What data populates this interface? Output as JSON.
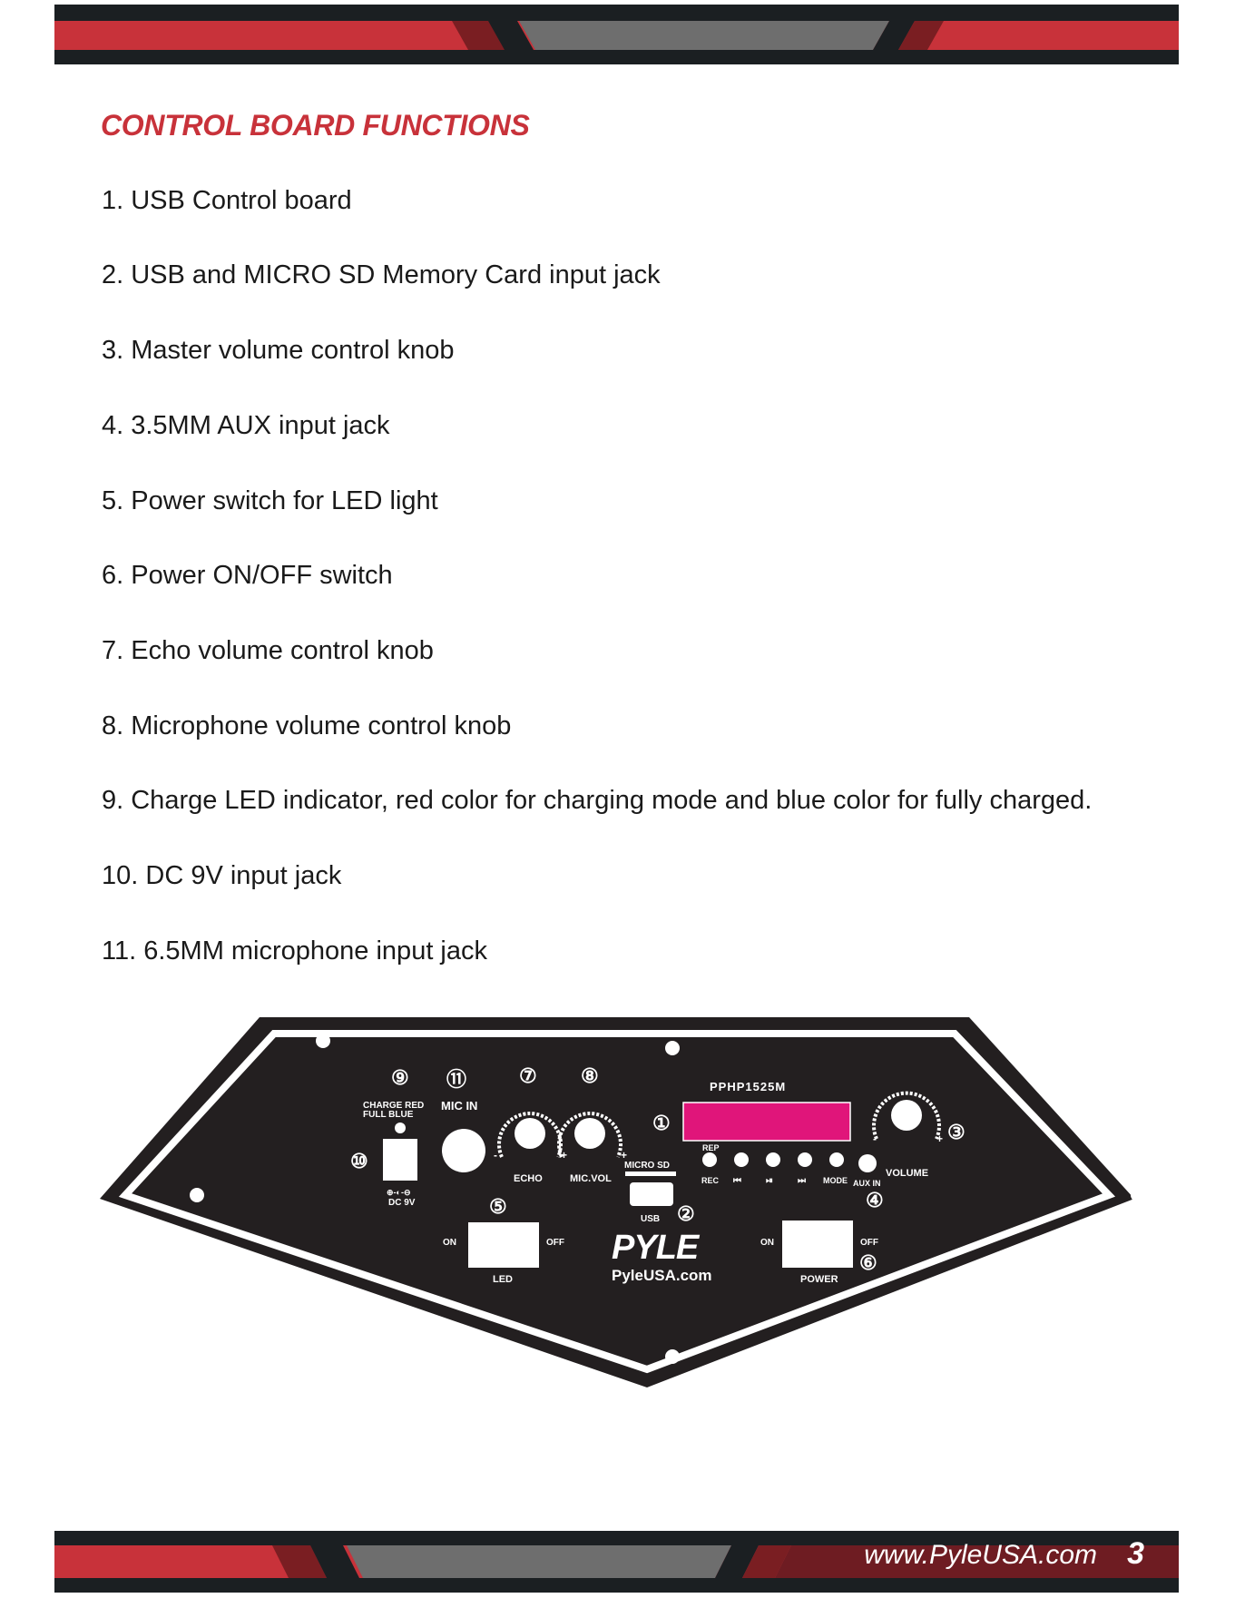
{
  "title": "CONTROL BOARD FUNCTIONS",
  "functions": [
    "1. USB Control board",
    "2. USB and MICRO SD Memory Card input jack",
    "3. Master volume control knob",
    "4. 3.5MM AUX input jack",
    "5. Power switch for LED light",
    "6. Power ON/OFF switch",
    "7. Echo volume control knob",
    "8. Microphone volume control knob",
    "9. Charge LED indicator, red color for charging mode and blue color for fully charged.",
    "10. DC 9V input jack",
    "11. 6.5MM microphone input jack"
  ],
  "panel": {
    "model": "PPHP1525M",
    "labels": {
      "charge_line1": "CHARGE RED",
      "charge_line2": "FULL   BLUE",
      "mic_in": "MIC IN",
      "dc": "DC 9V",
      "echo": "ECHO",
      "mic_vol": "MIC.VOL",
      "micro_sd": "MICRO SD",
      "usb": "USB",
      "rep": "REP",
      "rec": "REC",
      "mode": "MODE",
      "aux_in": "AUX IN",
      "volume": "VOLUME",
      "on": "ON",
      "off": "OFF",
      "led": "LED",
      "power": "POWER",
      "minus": "-",
      "plus": "+"
    },
    "callouts": [
      "①",
      "②",
      "③",
      "④",
      "⑤",
      "⑥",
      "⑦",
      "⑧",
      "⑨",
      "⑩",
      "⑪"
    ],
    "brand": "PYLE",
    "brand_url": "PyleUSA.com",
    "display_color": "#e0157a"
  },
  "footer": {
    "url": "www.PyleUSA.com",
    "page_number": "3"
  },
  "colors": {
    "accent": "#c8323a",
    "dark_band": "#1b1f22",
    "gray_band": "#6e6e6e",
    "panel": "#231f20"
  }
}
